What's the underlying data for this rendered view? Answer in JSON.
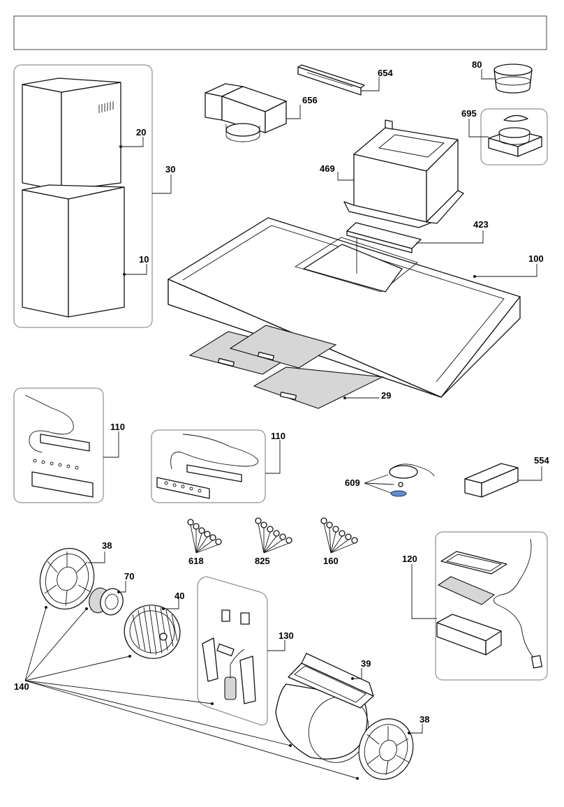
{
  "labels": {
    "p10": "10",
    "p20": "20",
    "p30": "30",
    "p654": "654",
    "p656": "656",
    "p80": "80",
    "p695": "695",
    "p469": "469",
    "p423": "423",
    "p100": "100",
    "p29": "29",
    "p110a": "110",
    "p110b": "110",
    "p554": "554",
    "p609": "609",
    "p618": "618",
    "p825": "825",
    "p160": "160",
    "p120": "120",
    "p38a": "38",
    "p70": "70",
    "p40": "40",
    "p130": "130",
    "p39": "39",
    "p38b": "38",
    "p140": "140"
  }
}
